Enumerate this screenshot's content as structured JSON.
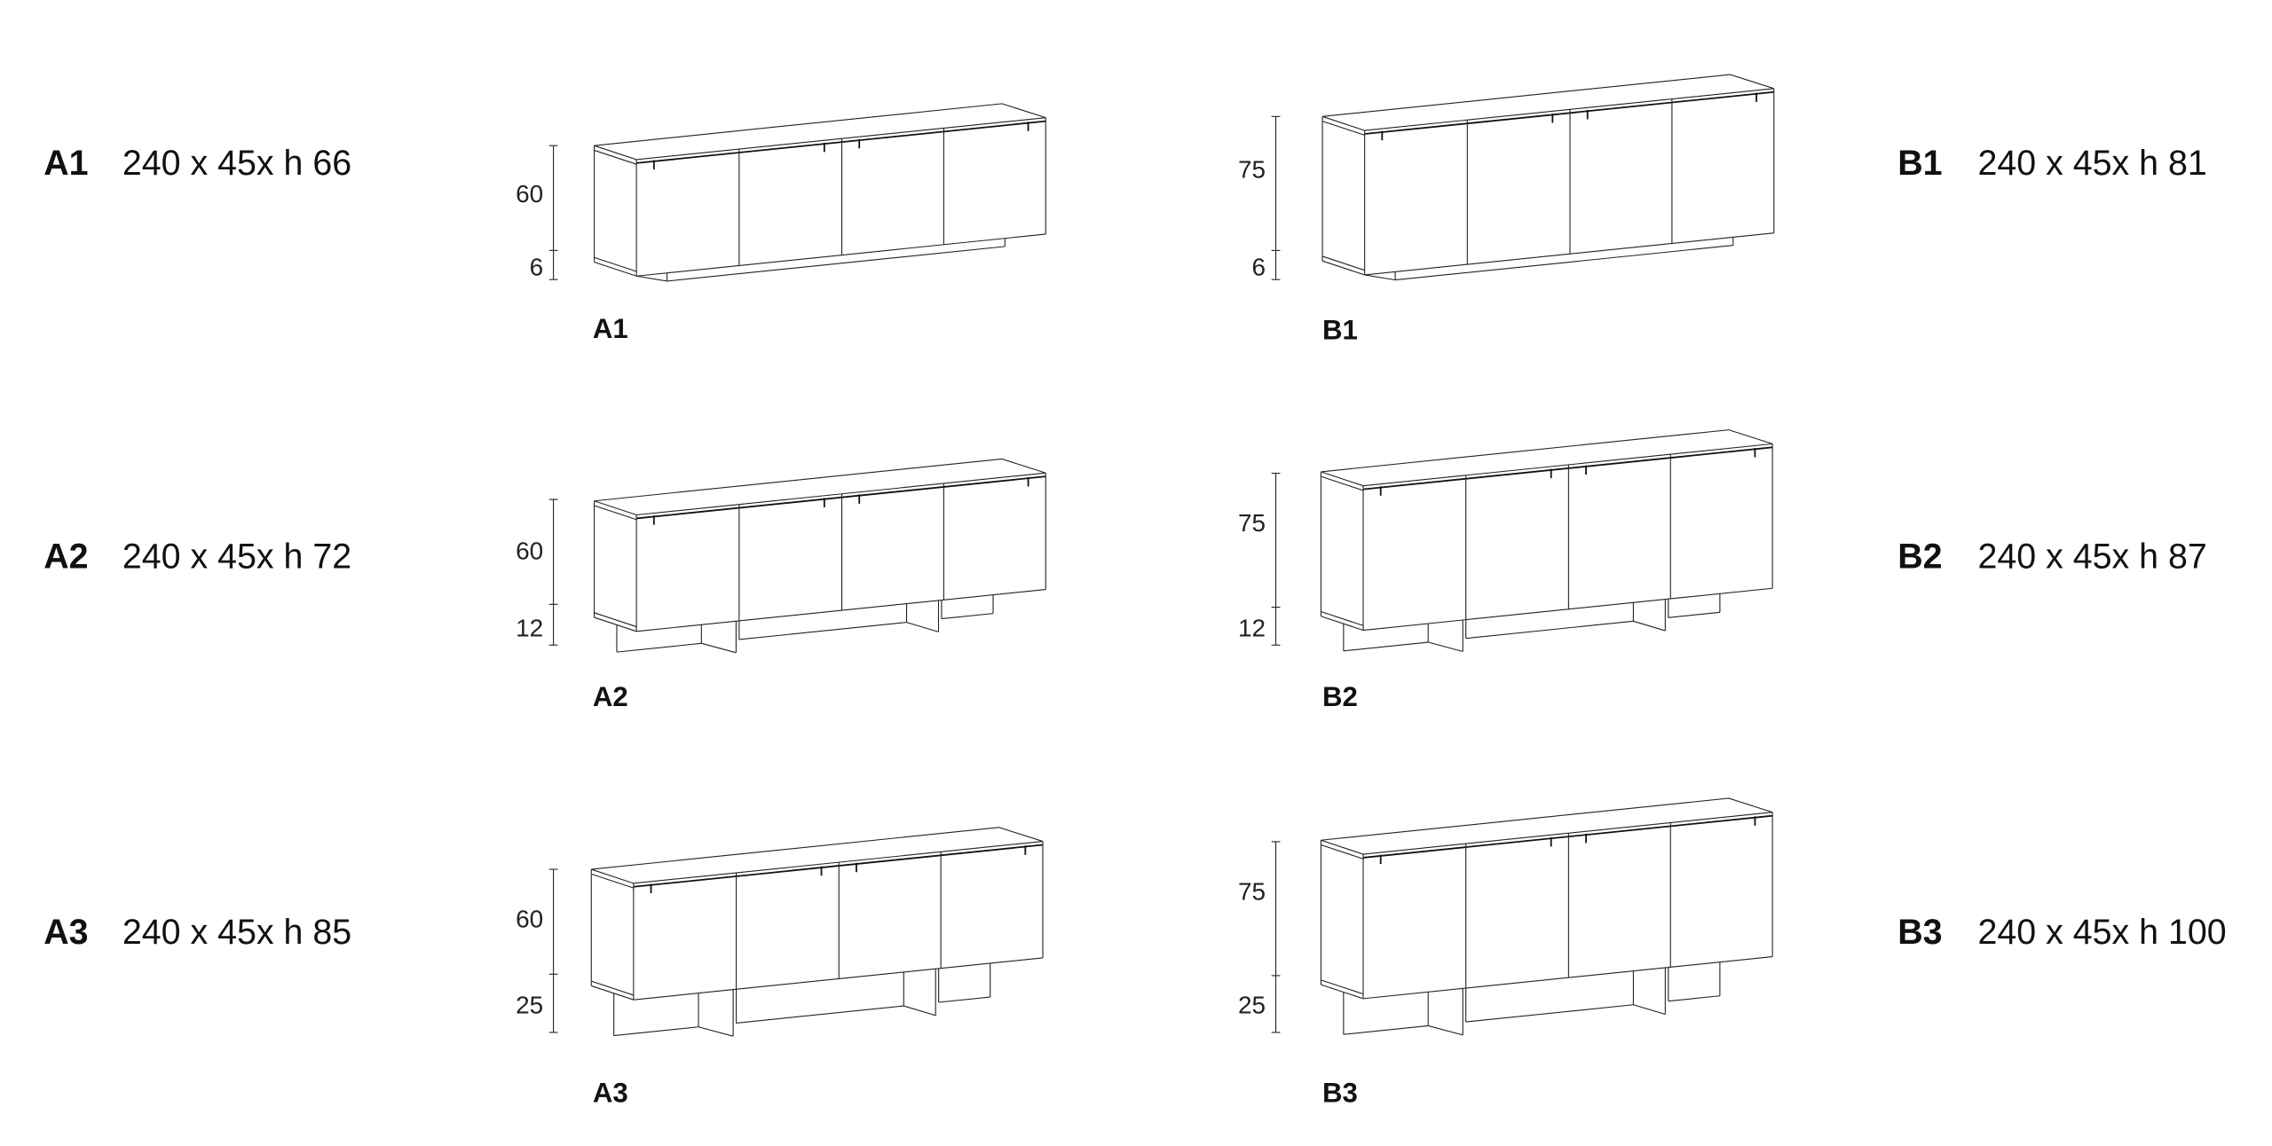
{
  "variants": [
    {
      "code": "A1",
      "dims": "240 x 45x h 66",
      "drawing_label": "A1",
      "cabinet_dim": "60",
      "base_dim": "6",
      "base_type": "plinth"
    },
    {
      "code": "A2",
      "dims": "240 x 45x h 72",
      "drawing_label": "A2",
      "cabinet_dim": "60",
      "base_dim": "12",
      "base_type": "slab-legs"
    },
    {
      "code": "A3",
      "dims": "240 x 45x h 85",
      "drawing_label": "A3",
      "cabinet_dim": "60",
      "base_dim": "25",
      "base_type": "slab-legs"
    },
    {
      "code": "B1",
      "dims": "240 x 45x h 81",
      "drawing_label": "B1",
      "cabinet_dim": "75",
      "base_dim": "6",
      "base_type": "plinth"
    },
    {
      "code": "B2",
      "dims": "240 x 45x h 87",
      "drawing_label": "B2",
      "cabinet_dim": "75",
      "base_dim": "12",
      "base_type": "slab-legs"
    },
    {
      "code": "B3",
      "dims": "240 x 45x h 100",
      "drawing_label": "B3",
      "cabinet_dim": "75",
      "base_dim": "25",
      "base_type": "slab-legs"
    }
  ]
}
